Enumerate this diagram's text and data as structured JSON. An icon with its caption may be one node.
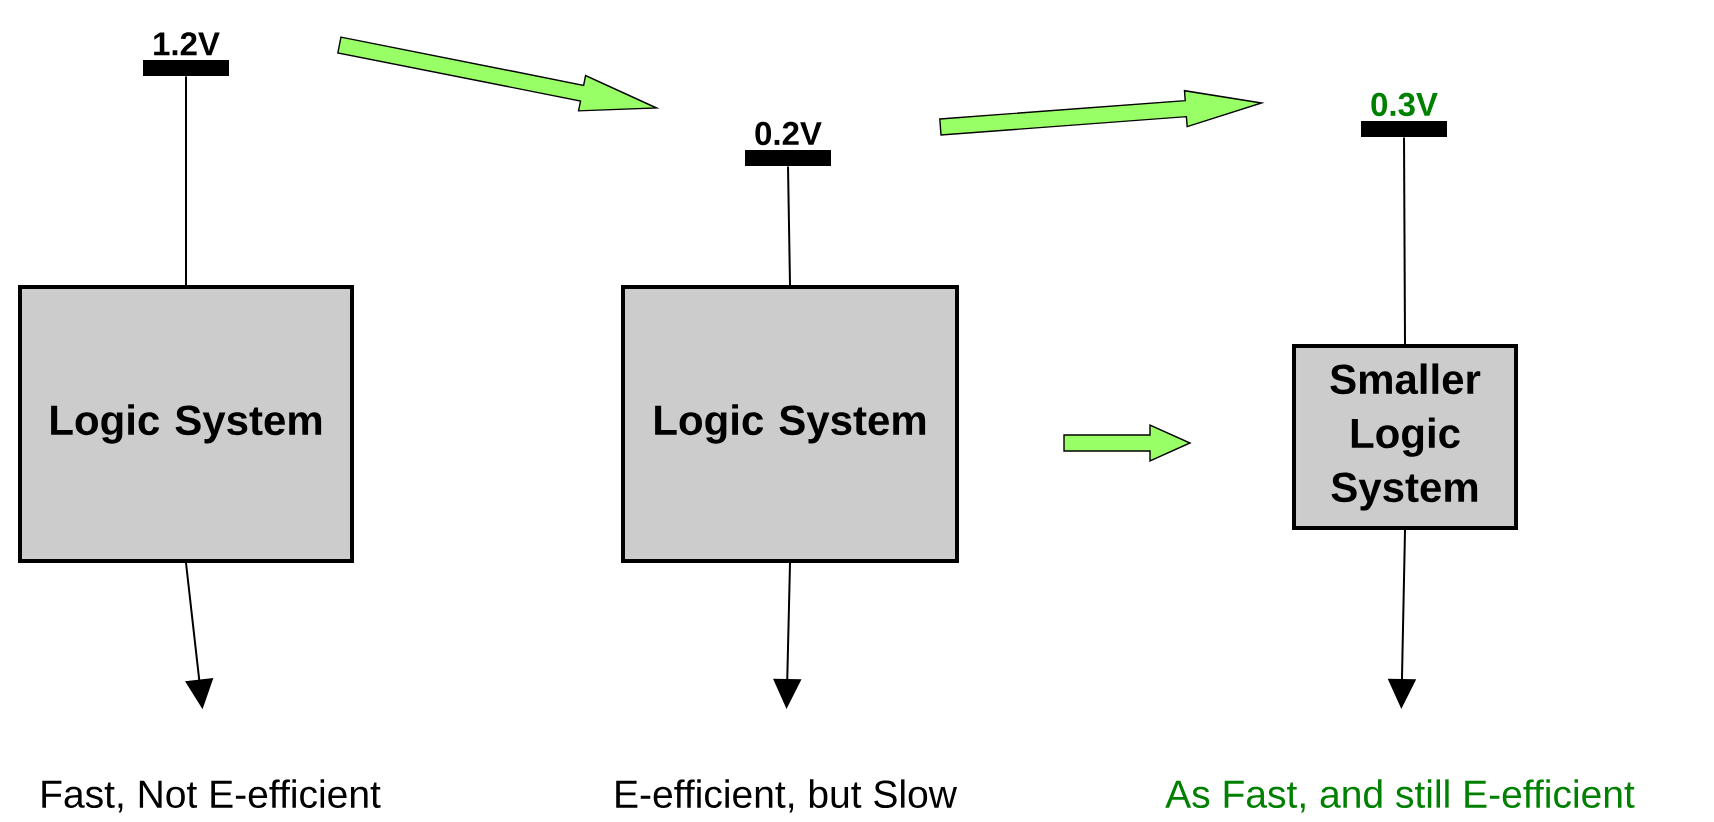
{
  "diagram": {
    "nodes": [
      {
        "text": [
          "1.2V"
        ]
      },
      {
        "text": [
          "Logic System"
        ]
      },
      {
        "text": [
          "Fast, Not E-efficient"
        ]
      },
      {
        "text": [
          "0.2V"
        ]
      },
      {
        "text": [
          "Logic System"
        ]
      },
      {
        "text": [
          "E-efficient, but Slow"
        ]
      },
      {
        "text": [
          "0.3V"
        ]
      },
      {
        "text": [
          "Smaller Logic System"
        ]
      },
      {
        "text": [
          "As Fast, and still E-efficient"
        ]
      }
    ],
    "edges": [
      {
        "from": 0,
        "to": 1,
        "arrow": "none"
      },
      {
        "from": 1,
        "to": 2,
        "arrow": "to"
      },
      {
        "from": 3,
        "to": 4,
        "arrow": "none"
      },
      {
        "from": 4,
        "to": 5,
        "arrow": "to"
      },
      {
        "from": 6,
        "to": 7,
        "arrow": "none"
      },
      {
        "from": 7,
        "to": 8,
        "arrow": "to"
      },
      {
        "from": 0,
        "to": 3,
        "arrow": "to",
        "style": "thick",
        "color": "#99ff66"
      },
      {
        "from": 3,
        "to": 6,
        "arrow": "to",
        "style": "thick",
        "color": "#99ff66"
      },
      {
        "from": 4,
        "to": 7,
        "arrow": "to",
        "style": "thick",
        "color": "#99ff66"
      }
    ]
  }
}
